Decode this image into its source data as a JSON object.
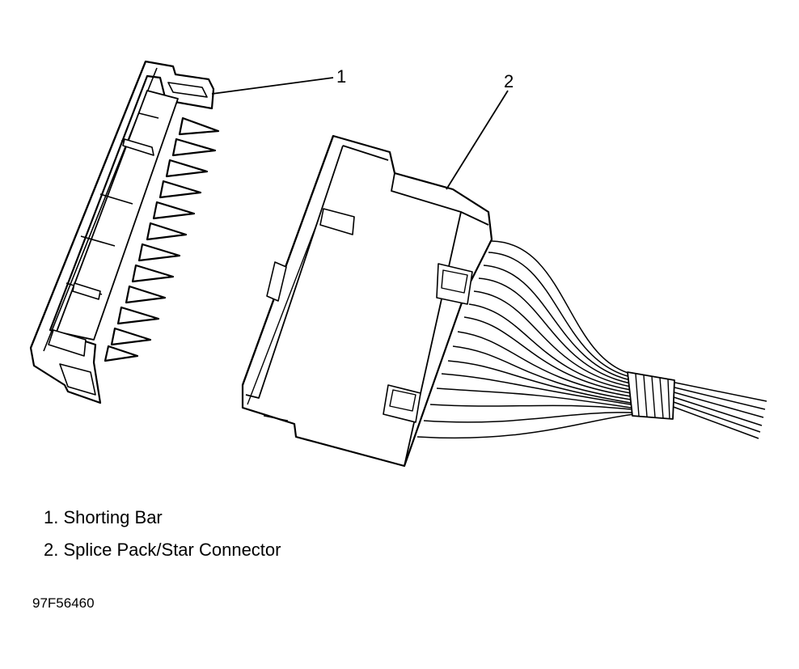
{
  "callouts": [
    {
      "number": "1",
      "target": "Shorting Bar"
    },
    {
      "number": "2",
      "target": "Splice Pack/Star Connector"
    }
  ],
  "legend": [
    "1. Shorting Bar",
    "2. Splice Pack/Star Connector"
  ],
  "figure_id": "97F56460"
}
